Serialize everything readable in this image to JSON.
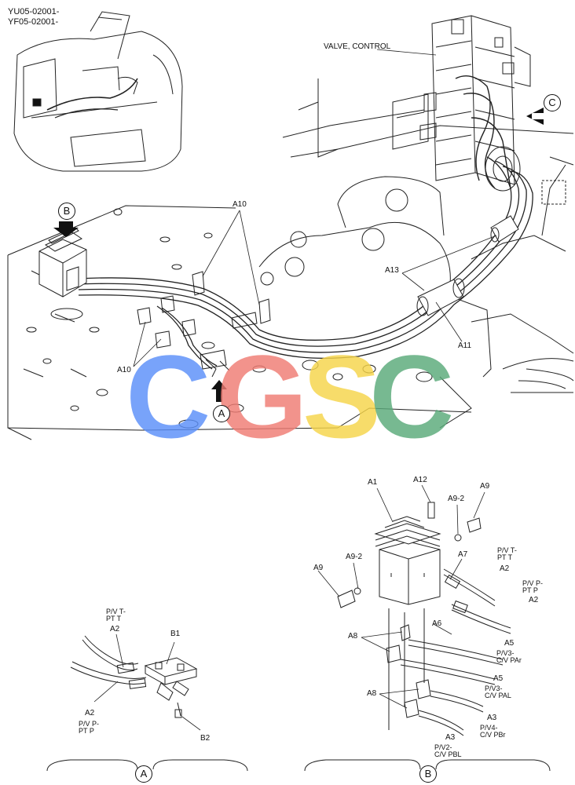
{
  "serials": [
    "YU05-02001-",
    "YF05-02001-"
  ],
  "main_labels": {
    "valve_control": "VALVE, CONTROL",
    "a10_top": "A10",
    "a10_left": "A10",
    "a13": "A13",
    "a11": "A11"
  },
  "callouts": {
    "a": "A",
    "b": "B",
    "c": "C"
  },
  "detail_a": {
    "label_pvt": "P/V T-\nPT T",
    "a2_top": "A2",
    "b1": "B1",
    "a2_bottom": "A2",
    "label_pvp": "P/V P-\nPT P",
    "b2": "B2",
    "section": "A"
  },
  "detail_b": {
    "a1": "A1",
    "a12": "A12",
    "a9_2_top": "A9-2",
    "a9_top": "A9",
    "pvt": "P/V T-\nPT T",
    "a7": "A7",
    "a2_upper": "A2",
    "pvp": "P/V P-\nPT P",
    "a2_lower": "A2",
    "a9_left": "A9",
    "a9_2_left": "A9-2",
    "a6": "A6",
    "a8_upper": "A8",
    "a5_upper": "A5",
    "pv3_par": "P/V3-\nC/V PAr",
    "a5_lower": "A5",
    "pv3_pal": "P/V3-\nC/V PAL",
    "a8_lower": "A8",
    "a3_right": "A3",
    "pv4_pbr": "P/V4-\nC/V PBr",
    "a3_bottom": "A3",
    "pv2_pbl": "P/V2-\nC/V PBL",
    "section": "B"
  },
  "watermark": {
    "letters": [
      "C",
      "G",
      "S",
      "C"
    ],
    "colors": [
      "#5b8ff9",
      "#f07c73",
      "#f6d54a",
      "#5aaa7a"
    ]
  }
}
